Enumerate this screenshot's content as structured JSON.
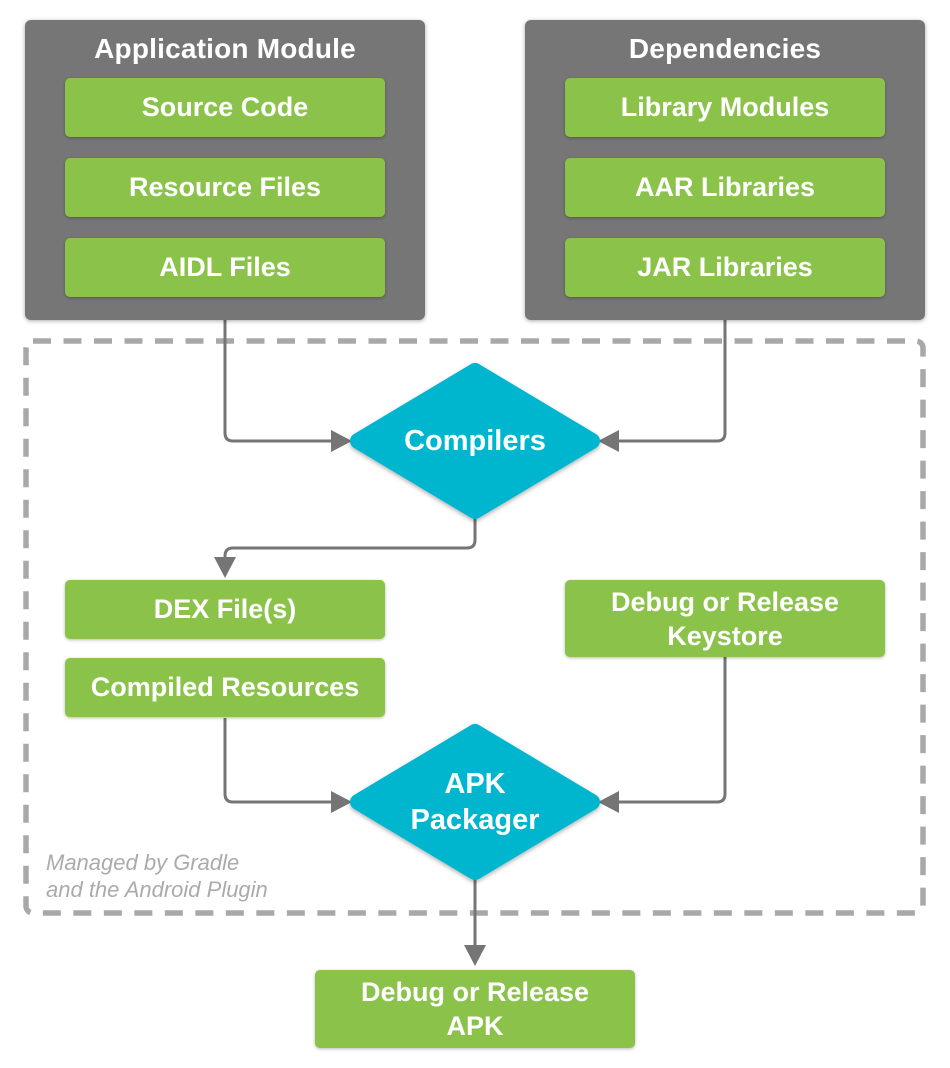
{
  "colors": {
    "panel_gray": "#767676",
    "chip_green": "#8BC34A",
    "diamond_cyan": "#00B6CE",
    "arrow_gray": "#757575",
    "dashed_border_gray": "#A8A8A8",
    "note_gray": "#ABABAB",
    "label_white": "#FFFFFF"
  },
  "panels": {
    "application_module": {
      "title": "Application Module",
      "items": [
        "Source Code",
        "Resource Files",
        "AIDL Files"
      ]
    },
    "dependencies": {
      "title": "Dependencies",
      "items": [
        "Library Modules",
        "AAR Libraries",
        "JAR Libraries"
      ]
    }
  },
  "build_zone": {
    "note": {
      "line1": "Managed by Gradle",
      "line2": "and the Android Plugin"
    },
    "compilers_label": "Compilers",
    "dex_label": "DEX File(s)",
    "compiled_resources_label": "Compiled Resources",
    "keystore_label": "Debug or Release Keystore",
    "apk_packager_label": "APK Packager"
  },
  "output": {
    "apk_label": "Debug or Release APK"
  }
}
